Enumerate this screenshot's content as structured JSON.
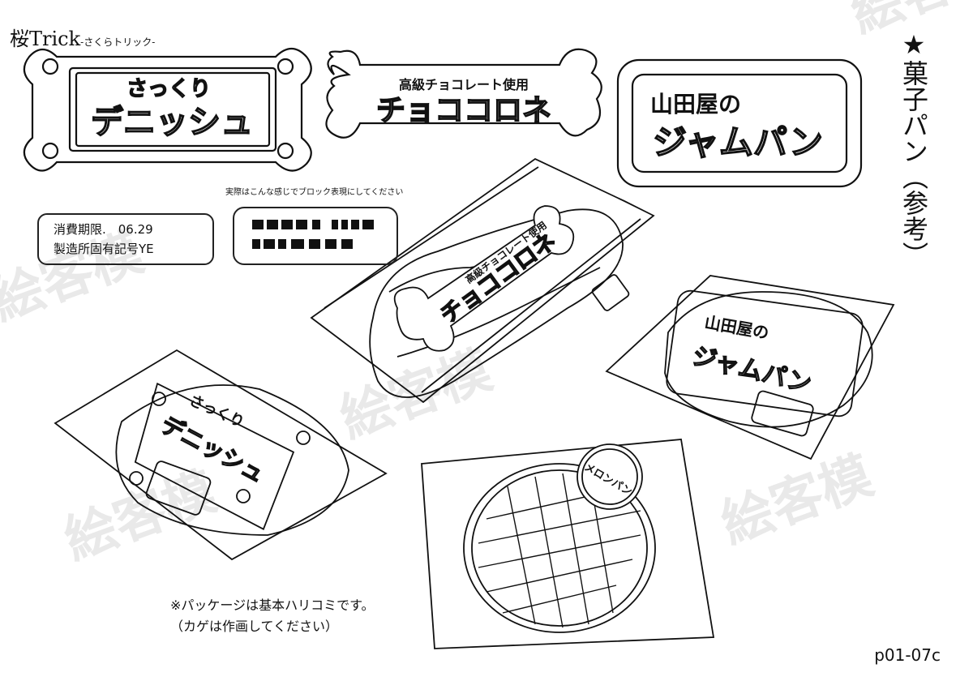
{
  "header": {
    "title": "桜Trick",
    "subtitle": "-さくらトリック-"
  },
  "side_title": "★菓子パン（参考）",
  "logos": {
    "danish": {
      "line1": "さっくり",
      "line2": "デニッシュ"
    },
    "chococorone": {
      "line1": "高級チョコレート使用",
      "line2": "チョココロネ"
    },
    "jampan": {
      "line1": "山田屋の",
      "line2": "ジャムパン"
    }
  },
  "instruction_top": "実際はこんな感じでブロック表現にしてください",
  "expiry_label": {
    "line1": "消費期限.　06.29",
    "line2": "製造所固有記号YE"
  },
  "melonpan_sticker": "メロンパン",
  "notes": {
    "line1": "※パッケージは基本ハリコミです。",
    "line2": "（カゲは作画してください）"
  },
  "page_number": "p01-07c",
  "watermark": "絵客模",
  "colors": {
    "ink": "#111111",
    "paper": "#ffffff",
    "watermark": "#e6e6e6"
  }
}
